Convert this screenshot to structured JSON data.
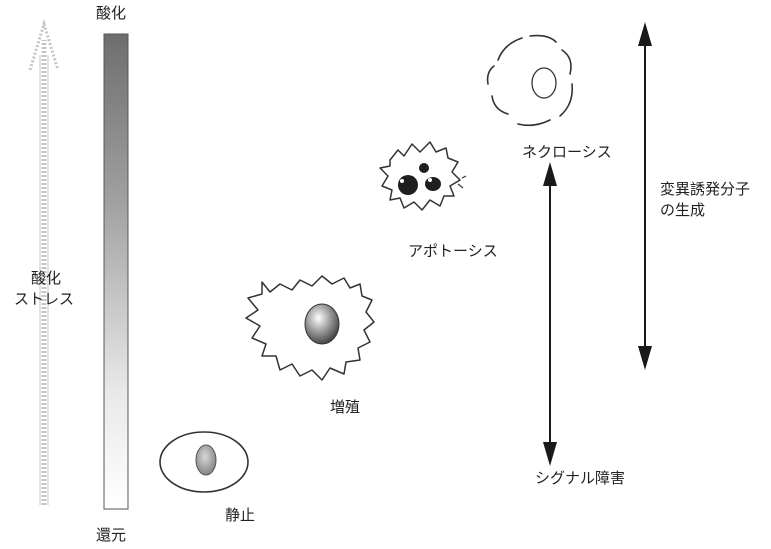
{
  "gradient_bar": {
    "top_label": "酸化",
    "bottom_label": "還元",
    "top_color": "#6e6e6e",
    "bottom_color": "#ffffff"
  },
  "stress_axis": {
    "label_line1": "酸化",
    "label_line2": "ストレス"
  },
  "cells": {
    "quiescent": "静止",
    "proliferation": "増殖",
    "apoptosis": "アポトーシス",
    "necrosis": "ネクローシス"
  },
  "effects": {
    "signal_disruption": "シグナル障害",
    "mutagen_line1": "変異誘発分子",
    "mutagen_line2": "の生成"
  }
}
